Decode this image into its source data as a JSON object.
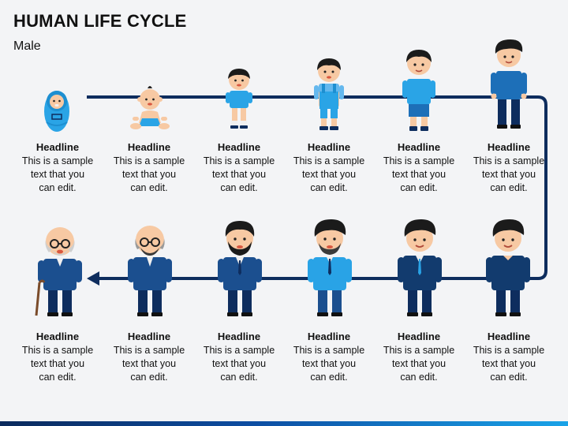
{
  "header": {
    "title": "HUMAN LIFE CYCLE",
    "subtitle": "Male"
  },
  "colors": {
    "line": "#0e2d5e",
    "accent_blue": "#29a3e6",
    "navy": "#123b6e",
    "skin": "#f7c9a3",
    "hair": "#1b1b1b"
  },
  "stages": [
    {
      "icon": "swaddled-baby-icon",
      "headline": "Headline",
      "body": [
        "This is a sample",
        "text that you",
        "can edit."
      ]
    },
    {
      "icon": "sitting-baby-icon",
      "headline": "Headline",
      "body": [
        "This is a sample",
        "text that you",
        "can edit."
      ]
    },
    {
      "icon": "toddler-icon",
      "headline": "Headline",
      "body": [
        "This is a sample",
        "text that you",
        "can edit."
      ]
    },
    {
      "icon": "child-overalls-icon",
      "headline": "Headline",
      "body": [
        "This is a sample",
        "text that you",
        "can edit."
      ]
    },
    {
      "icon": "boy-icon",
      "headline": "Headline",
      "body": [
        "This is a sample",
        "text that you",
        "can edit."
      ]
    },
    {
      "icon": "teen-icon",
      "headline": "Headline",
      "body": [
        "This is a sample",
        "text that you",
        "can edit."
      ]
    },
    {
      "icon": "young-man-icon",
      "headline": "Headline",
      "body": [
        "This is a sample",
        "text that you",
        "can edit."
      ]
    },
    {
      "icon": "man-suit-icon",
      "headline": "Headline",
      "body": [
        "This is a sample",
        "text that you",
        "can edit."
      ]
    },
    {
      "icon": "man-light-shirt-icon",
      "headline": "Headline",
      "body": [
        "This is a sample",
        "text that you",
        "can edit."
      ]
    },
    {
      "icon": "bearded-man-icon",
      "headline": "Headline",
      "body": [
        "This is a sample",
        "text that you",
        "can edit."
      ]
    },
    {
      "icon": "bald-man-icon",
      "headline": "Headline",
      "body": [
        "This is a sample",
        "text that you",
        "can edit."
      ]
    },
    {
      "icon": "elderly-man-cane-icon",
      "headline": "Headline",
      "body": [
        "This is a sample",
        "text that you",
        "can edit."
      ]
    }
  ]
}
